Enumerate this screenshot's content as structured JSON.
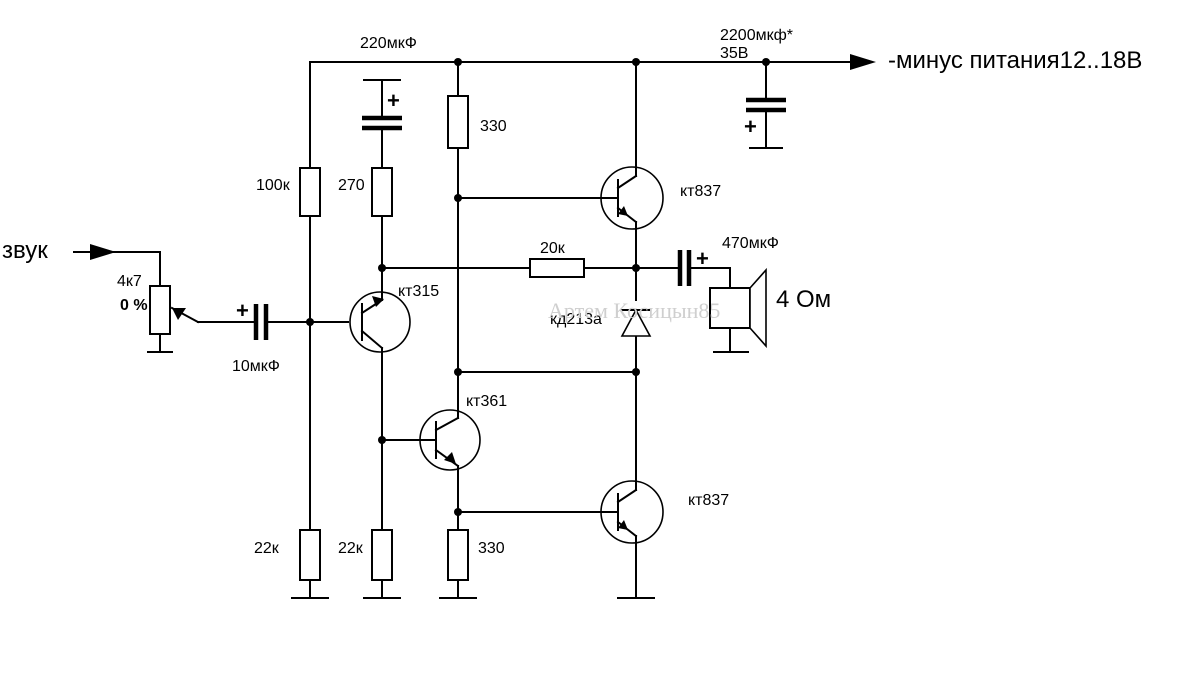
{
  "labels": {
    "input": "звук",
    "power": "-минус питания12..18В",
    "pot": "4к7",
    "pot_setting": "0 %",
    "c_input": "10мкФ",
    "c_top": "220мкФ",
    "c_filter_value": "2200мкф*",
    "c_filter_voltage": "35В",
    "c_output": "470мкФ",
    "r_100k": "100к",
    "r_270": "270",
    "r_330_top": "330",
    "r_20k": "20к",
    "r_22k_left": "22к",
    "r_22k_mid": "22к",
    "r_330_bottom": "330",
    "q1": "кт315",
    "q2": "кт361",
    "q3": "кт837",
    "q4": "кт837",
    "diode": "кд213а",
    "speaker": "4 Ом",
    "plus_sign": "+",
    "watermark": "Артем Косицын85"
  }
}
